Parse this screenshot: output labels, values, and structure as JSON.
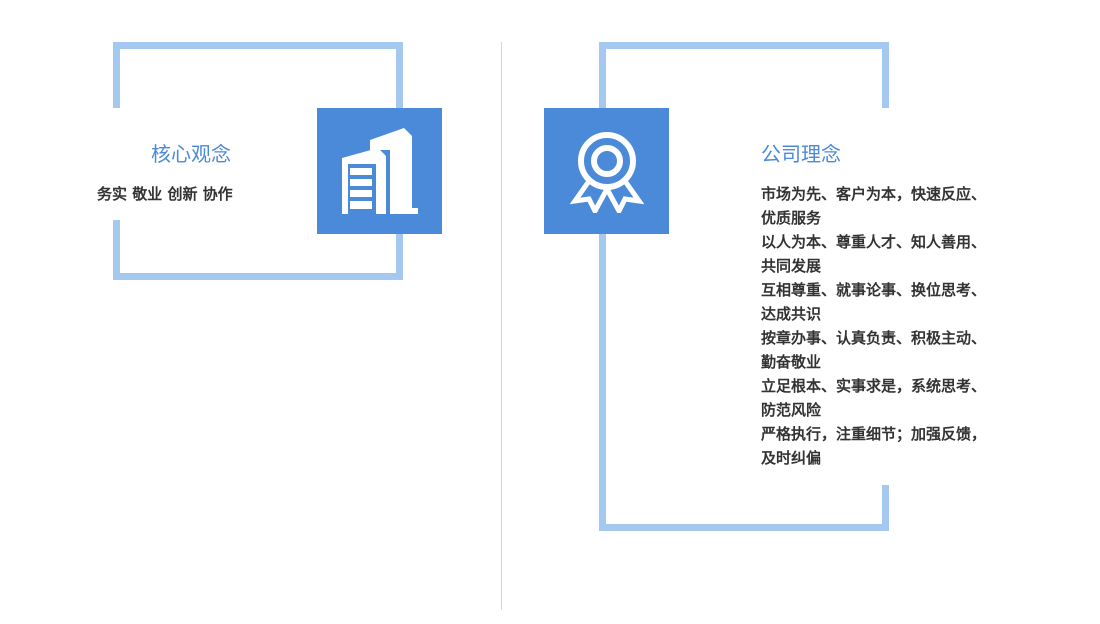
{
  "left_panel": {
    "title": "核心观念",
    "subtitle": "务实 敬业 创新 协作",
    "icon": "building-icon"
  },
  "right_panel": {
    "title": "公司理念",
    "icon": "award-ribbon-icon",
    "lines": [
      "市场为先、客户为本，快速反应、",
      "优质服务",
      "以人为本、尊重人才、知人善用、",
      "共同发展",
      "互相尊重、就事论事、换位思考、",
      "达成共识",
      "按章办事、认真负责、积极主动、",
      "勤奋敬业",
      "立足根本、实事求是，系统思考、",
      "防范风险",
      "严格执行，注重细节；加强反馈，",
      "及时纠偏"
    ]
  },
  "colors": {
    "accent": "#4a8ad9",
    "frame": "#a4c8f0",
    "text": "#333333",
    "divider": "#d6d6d6"
  }
}
